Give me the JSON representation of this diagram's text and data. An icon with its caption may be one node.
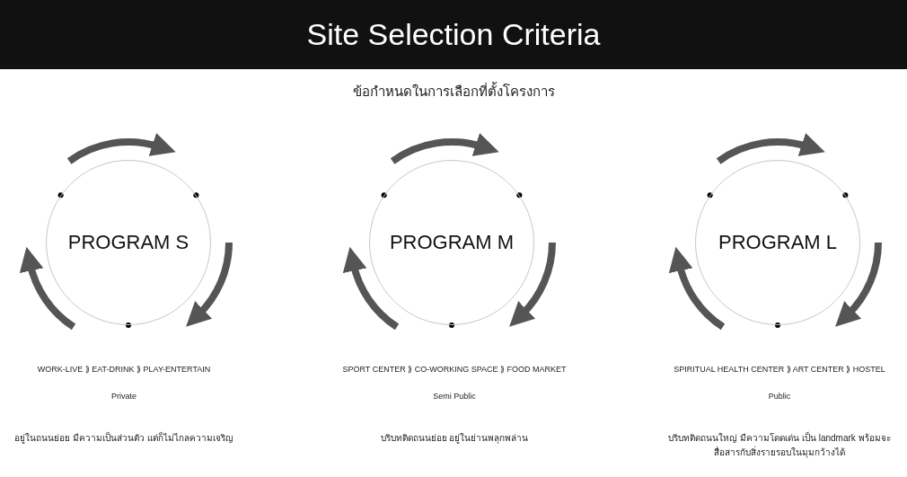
{
  "diagram": {
    "title": "Site Selection Criteria",
    "nodes": [
      {
        "text": [
          "PROGRAM S"
        ],
        "beside": [
          "WORK-LIVE ⟫ EAT-DRINK ⟫ PLAY-ENTERTAIN",
          "Private",
          "อยู่ในถนนย่อย มีความเป็นส่วนตัว แต่ก็ไม่ไกลความเจริญ"
        ]
      },
      {
        "text": [
          "PROGRAM M"
        ],
        "beside": [
          "SPORT CENTER ⟫ CO-WORKING SPACE ⟫ FOOD MARKET",
          "Semi Public",
          "บริบทติดถนนย่อย อยู่ในย่านพลุกพล่าน"
        ]
      },
      {
        "text": [
          "PROGRAM L"
        ],
        "beside": [
          "SPIRITUAL HEALTH CENTER ⟫ ART CENTER ⟫ HOSTEL",
          "Public",
          "บริบทติดถนนใหญ่ มีความโดดเด่น เป็น landmark พร้อมจะสื่อสารกับสิ่งรายรอบในมุมกว้างได้"
        ]
      }
    ],
    "labels": [
      "ข้อกำหนดในการเลือกที่ตั้งโครงการ"
    ]
  }
}
